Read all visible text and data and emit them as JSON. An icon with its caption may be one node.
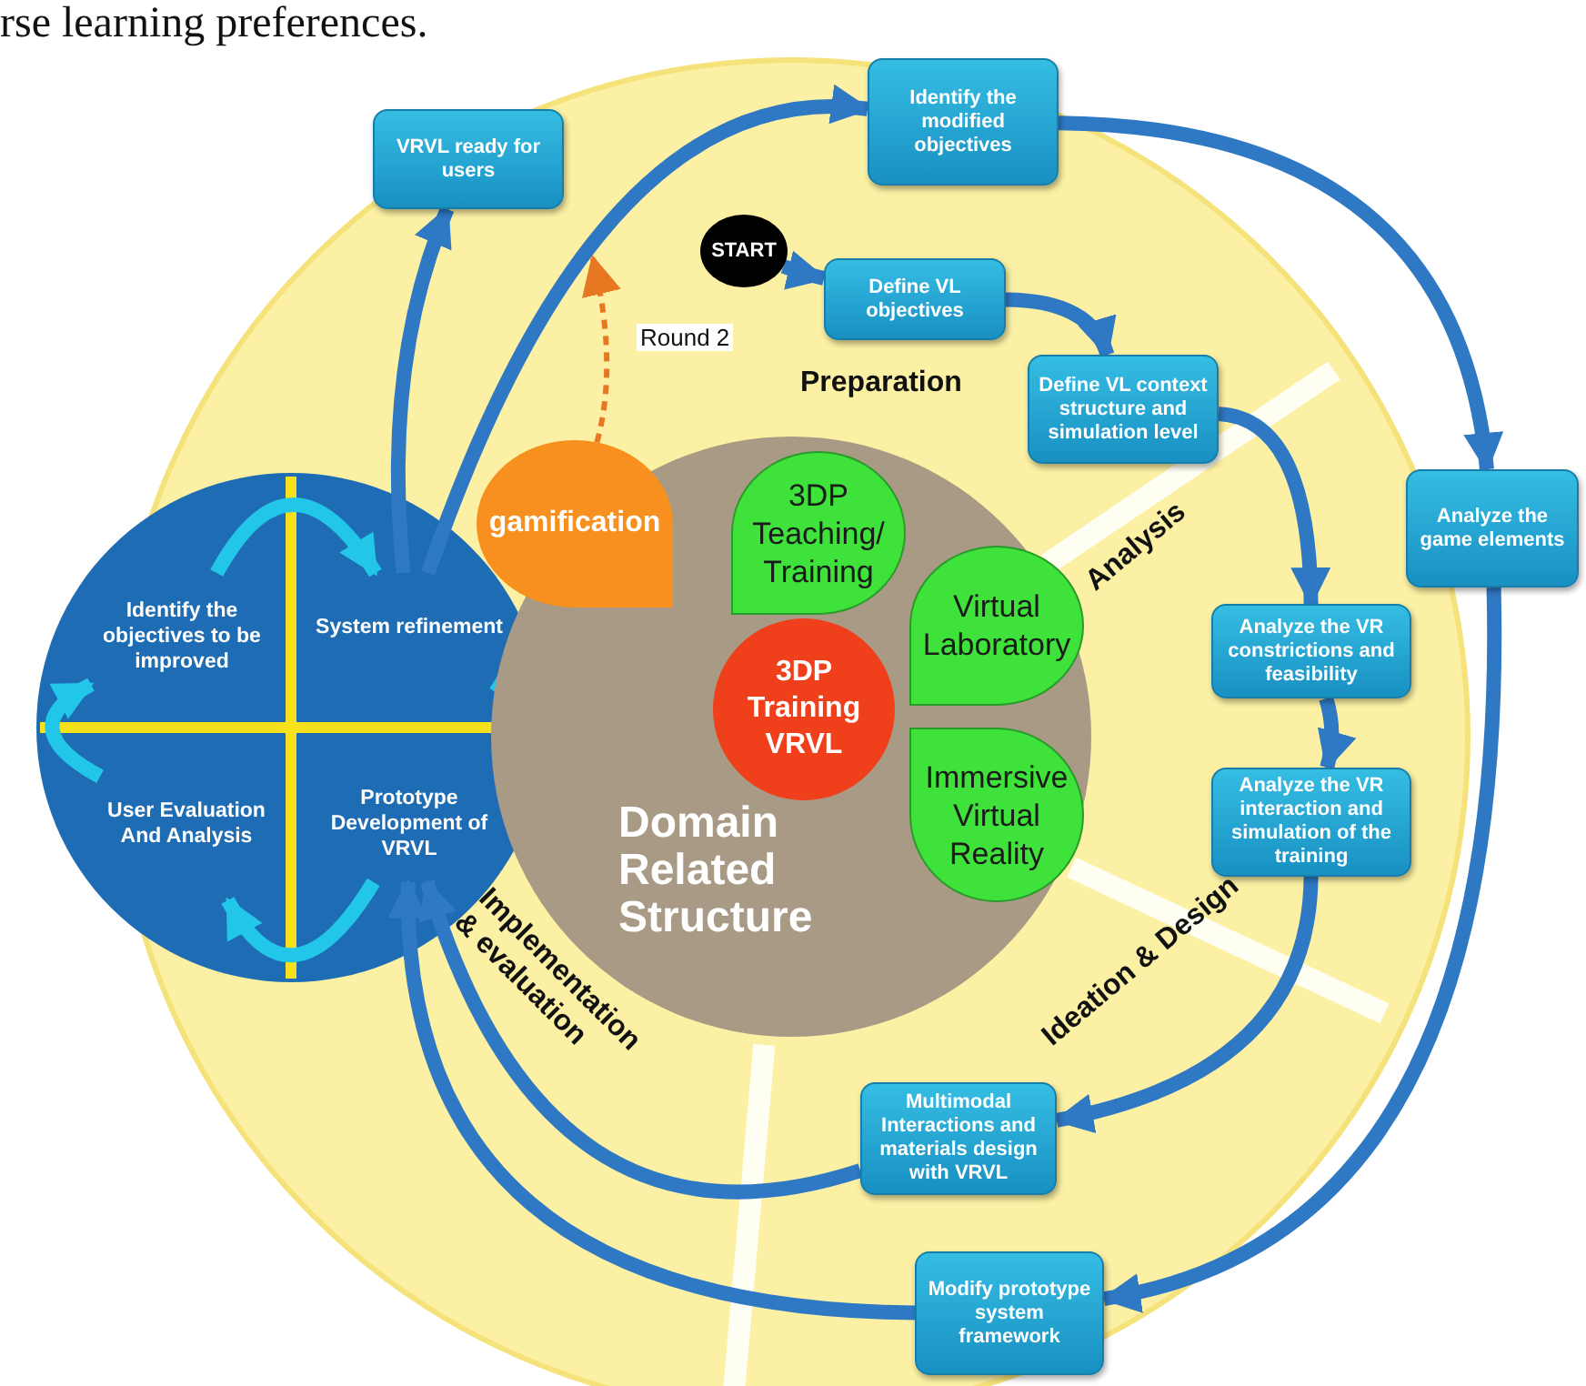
{
  "diagram": {
    "nodes": [
      {
        "text": [
          "VRVL ready for users"
        ]
      },
      {
        "text": [
          "Identify the modified objectives"
        ]
      },
      {
        "text": [
          "START"
        ]
      },
      {
        "text": [
          "Define VL objectives"
        ]
      },
      {
        "text": [
          "Define VL context structure and simulation level"
        ]
      },
      {
        "text": [
          "Analyze the game elements"
        ]
      },
      {
        "text": [
          "Analyze the VR constrictions and feasibility"
        ]
      },
      {
        "text": [
          "Analyze the VR interaction and simulation of the training"
        ]
      },
      {
        "text": [
          "Multimodal Interactions and materials design with VRVL"
        ]
      },
      {
        "text": [
          "Modify prototype system framework"
        ]
      },
      {
        "text": [
          "Identify the objectives to be improved"
        ]
      },
      {
        "text": [
          "System refinement"
        ]
      },
      {
        "text": [
          "Prototype Development of VRVL"
        ]
      },
      {
        "text": [
          "User Evaluation And Analysis"
        ]
      },
      {
        "text": [
          "gamification"
        ]
      },
      {
        "text": [
          "Domain Related Structure"
        ]
      },
      {
        "text": [
          "3DP Teaching/ Training"
        ],
        "in": 15
      },
      {
        "text": [
          "Virtual Laboratory"
        ],
        "in": 15
      },
      {
        "text": [
          "Immersive Virtual Reality"
        ],
        "in": 15
      },
      {
        "text": [
          "3DP Training VRVL"
        ],
        "in": 15
      }
    ],
    "edges": [
      {
        "from": 2,
        "to": 3,
        "arrow": "to"
      },
      {
        "from": 3,
        "to": 4,
        "arrow": "to"
      },
      {
        "from": 4,
        "to": 6,
        "arrow": "to"
      },
      {
        "from": 6,
        "to": 7,
        "arrow": "to"
      },
      {
        "from": 7,
        "to": 8,
        "arrow": "to"
      },
      {
        "from": 8,
        "to": 12,
        "arrow": "to"
      },
      {
        "from": 10,
        "to": 11,
        "arrow": "to",
        "color": "#22c6e8"
      },
      {
        "from": 11,
        "to": 12,
        "arrow": "to",
        "color": "#22c6e8"
      },
      {
        "from": 12,
        "to": 13,
        "arrow": "to",
        "color": "#22c6e8"
      },
      {
        "from": 13,
        "to": 10,
        "arrow": "to",
        "color": "#22c6e8"
      },
      {
        "from": 11,
        "to": 0,
        "arrow": "to"
      },
      {
        "from": 11,
        "to": 1,
        "arrow": "to"
      },
      {
        "from": 1,
        "to": 5,
        "arrow": "to"
      },
      {
        "from": 5,
        "to": 9,
        "arrow": "to"
      },
      {
        "from": 9,
        "to": 12,
        "arrow": "to"
      },
      {
        "from": 14,
        "to": null,
        "arrow": "to",
        "label": "Round 2",
        "style": "dashed",
        "color": "#e87722"
      }
    ],
    "labels": [
      "rse learning preferences.",
      "Preparation",
      "Analysis",
      "Ideation & Design",
      "Implementation & evaluation"
    ]
  }
}
